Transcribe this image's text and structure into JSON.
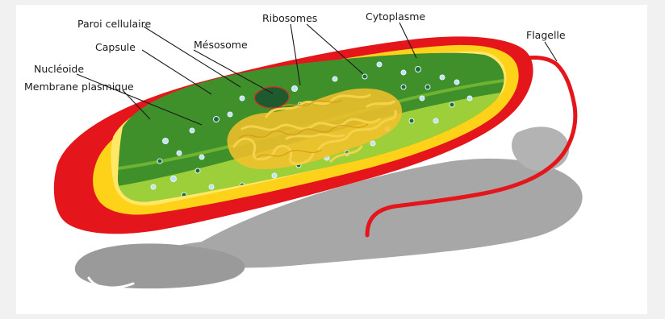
{
  "labels": {
    "paroi": "Paroi cellulaire",
    "ribosomes": "Ribosomes",
    "cytoplasme": "Cytoplasme",
    "flagelle": "Flagelle",
    "capsule": "Capsule",
    "mesosome": "Mésosome",
    "nucleoide": "Nucléoide",
    "membrane": "Membrane plasmique"
  },
  "colors": {
    "background": "#f1f1f1",
    "frame": "#ffffff",
    "capsule": "#e4161b",
    "cell_wall": "#ffd21a",
    "membrane": "#ffe866",
    "cytoplasm_dark": "#3f8f2a",
    "cytoplasm_light": "#9ccf3a",
    "nucleoid": "#f6c12b",
    "mesosome": "#1e5a2e",
    "ribosome_light": "#bfe3f2",
    "ribosome_dark": "#1c6b3a",
    "shadow": "#9c9c9c",
    "leader_line": "#1a1a1a"
  }
}
